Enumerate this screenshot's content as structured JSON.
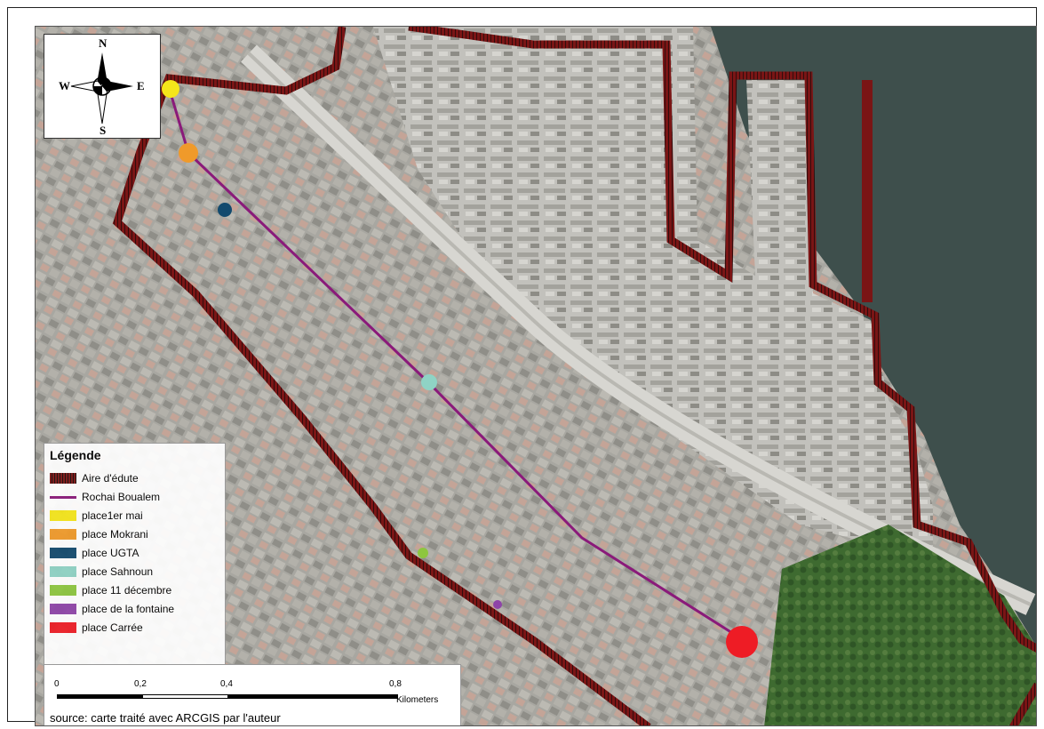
{
  "compass": {
    "north": "N",
    "south": "S",
    "east": "E",
    "west": "W"
  },
  "legend": {
    "title": "Légende",
    "items": [
      {
        "label": "Aire d'édute",
        "kind": "hatch",
        "color": "#8b1a1a"
      },
      {
        "label": "Rochai Boualem",
        "kind": "line",
        "color": "#8a1a7a"
      },
      {
        "label": "place1er mai",
        "kind": "fill",
        "color": "#f5e61a"
      },
      {
        "label": "place Mokrani",
        "kind": "fill",
        "color": "#f09a2a"
      },
      {
        "label": "place UGTA",
        "kind": "fill",
        "color": "#124a6e"
      },
      {
        "label": "place Sahnoun",
        "kind": "fill",
        "color": "#8fd3c5"
      },
      {
        "label": "place 11 décembre",
        "kind": "fill",
        "color": "#8dc63f"
      },
      {
        "label": "place de la fontaine",
        "kind": "fill",
        "color": "#8e44a8"
      },
      {
        "label": "place Carrée",
        "kind": "fill",
        "color": "#ee1c25"
      }
    ]
  },
  "scale": {
    "ticks": [
      "0",
      "0,2",
      "0,4",
      "0,8"
    ],
    "units": "Kilometers",
    "source": "source: carte traité avec ARCGIS par l'auteur"
  },
  "colors": {
    "sea": "#3d4f4c",
    "city": "#a5a49e",
    "port": "#bdbdb8",
    "park": "#3f6b32",
    "boundary": "#7a1515",
    "route": "#8a1a7a"
  }
}
